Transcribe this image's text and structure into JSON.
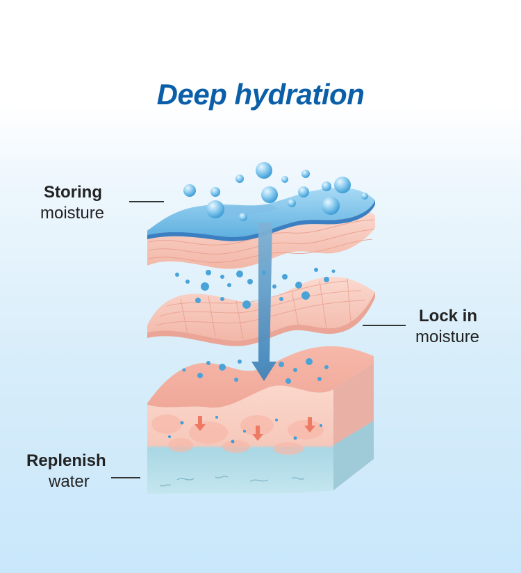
{
  "title": "Deep hydration",
  "labels": {
    "storing": {
      "bold": "Storing",
      "normal": "moisture"
    },
    "lock": {
      "bold": "Lock in",
      "normal": "moisture"
    },
    "replenish": {
      "bold": "Replenish",
      "normal": "water"
    }
  },
  "colors": {
    "title": "#0b5fa8",
    "skin_pink": "#f5c3b8",
    "water_blue": "#7cc3e8",
    "bubble": "#5fb3e2"
  },
  "icons": [
    "water-bubble",
    "down-arrow"
  ]
}
